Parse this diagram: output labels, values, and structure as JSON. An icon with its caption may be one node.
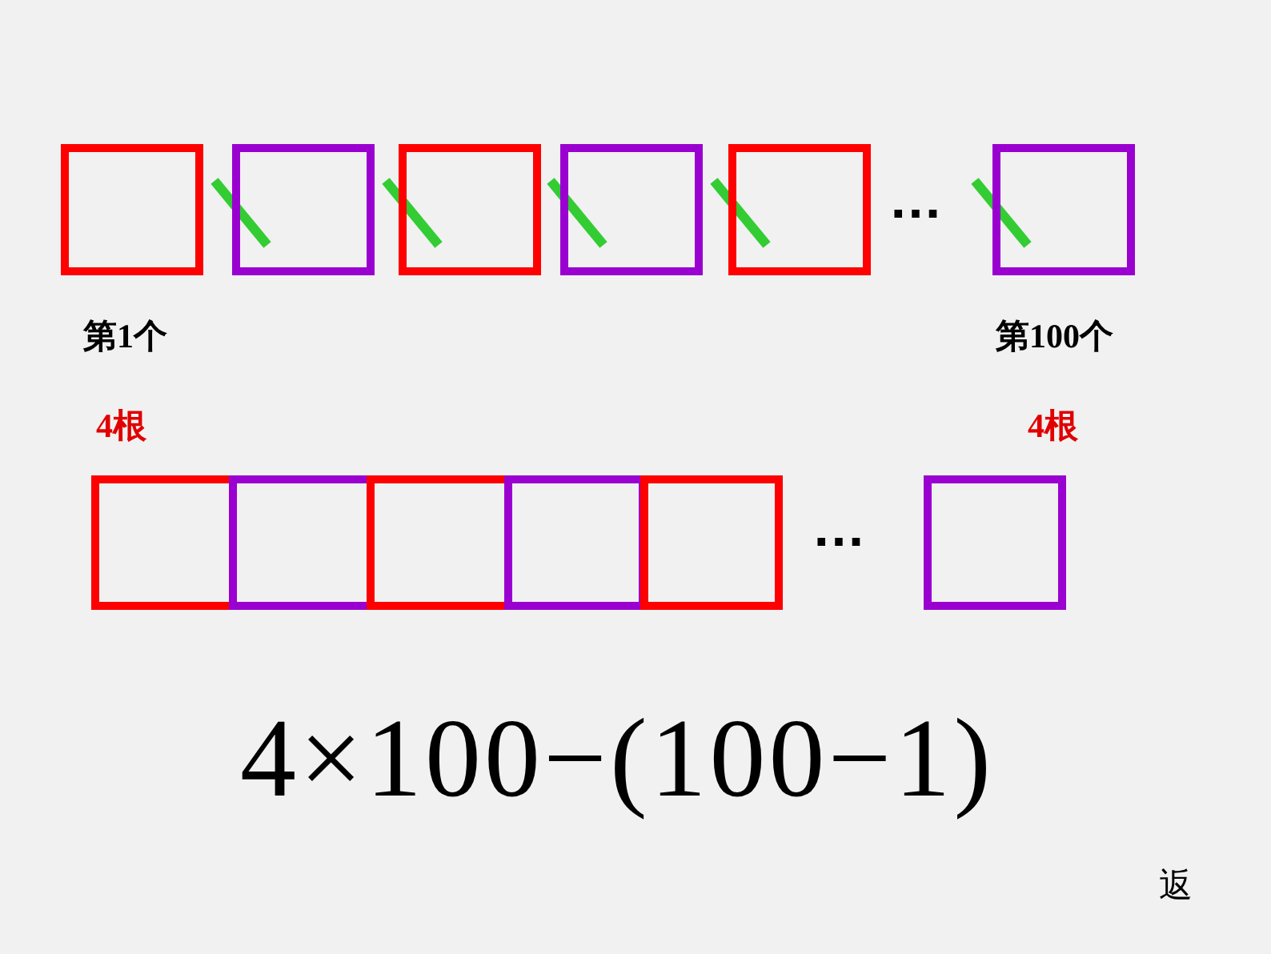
{
  "diagram": {
    "nodes": [
      {
        "text": [],
        "shape": "box",
        "beside": [
          "第1个"
        ]
      },
      {
        "text": [],
        "shape": "box"
      },
      {
        "text": [],
        "shape": "box"
      },
      {
        "text": [],
        "shape": "box"
      },
      {
        "text": [],
        "shape": "box"
      },
      {
        "text": [],
        "shape": "box",
        "beside": [
          "第100个"
        ]
      },
      {
        "text": [],
        "shape": "box",
        "beside": [
          "4根"
        ]
      },
      {
        "text": [],
        "shape": "box"
      },
      {
        "text": [],
        "shape": "box"
      },
      {
        "text": [],
        "shape": "box"
      },
      {
        "text": [],
        "shape": "box"
      },
      {
        "text": [],
        "shape": "box",
        "beside": [
          "4根"
        ]
      }
    ],
    "labels": [
      "…",
      "…",
      "4×100−(100−1)",
      "返"
    ]
  }
}
